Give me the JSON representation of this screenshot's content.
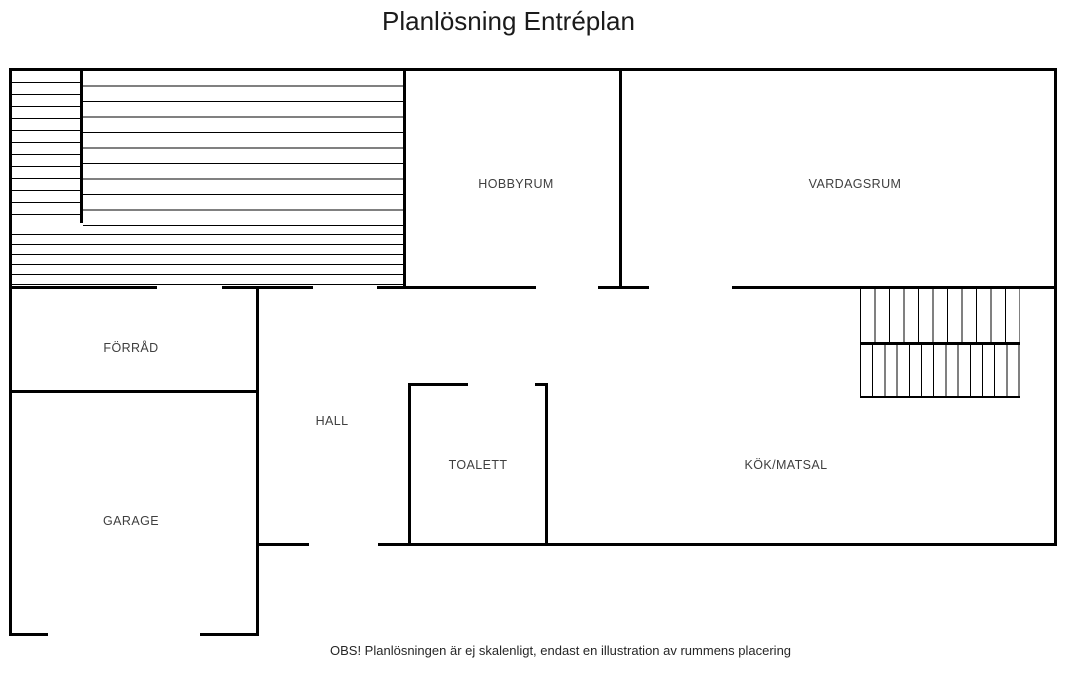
{
  "title": "Planlösning Entréplan",
  "footnote": "OBS! Planlösningen är ej skalenligt, endast en illustration av rummens placering",
  "rooms": {
    "hobbyrum": "HOBBYRUM",
    "vardagsrum": "VARDAGSRUM",
    "forrad": "FÖRRÅD",
    "hall": "HALL",
    "toalett": "TOALETT",
    "kok_matsal": "KÖK/MATSAL",
    "garage": "GARAGE"
  },
  "colors": {
    "wall": "#000000",
    "label_text": "#3f3f3f",
    "title_text": "#1b1b1b",
    "background": "#ffffff"
  }
}
